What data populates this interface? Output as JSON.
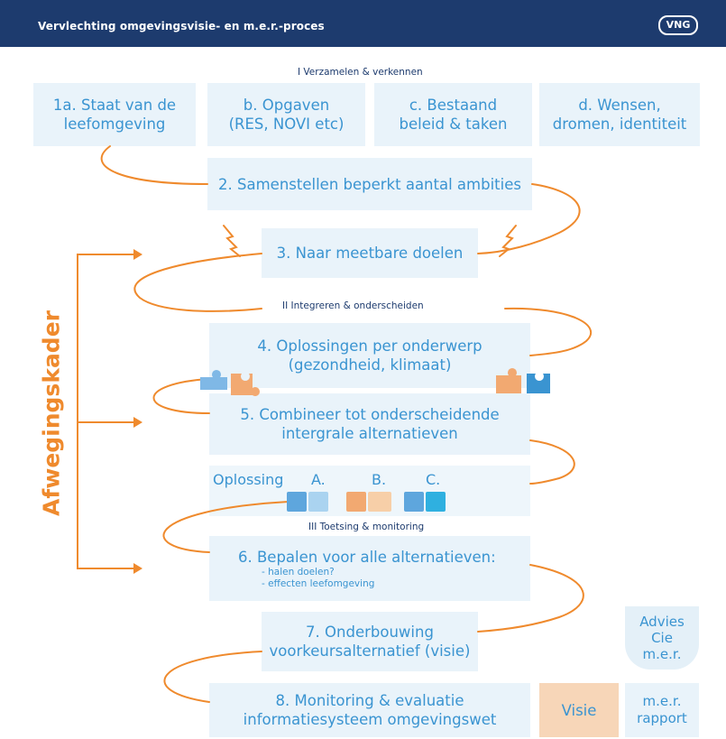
{
  "header": {
    "title": "Vervlechting omgevingsvisie- en m.e.r.-proces",
    "logo": "VNG"
  },
  "sections": {
    "s1": "I Verzamelen & verkennen",
    "s2": "II Integreren & onderscheiden",
    "s3": "III Toetsing & monitoring"
  },
  "side_label": "Afwegingskader",
  "steps": {
    "a1": [
      "1a. Staat van de",
      "leefomgeving"
    ],
    "b": [
      "b. Opgaven",
      "(RES, NOVI etc)"
    ],
    "c": [
      "c. Bestaand",
      "beleid & taken"
    ],
    "d": [
      "d. Wensen,",
      "dromen, identiteit"
    ],
    "s2": "2. Samenstellen beperkt aantal ambities",
    "s3": "3. Naar meetbare doelen",
    "s4": [
      "4. Oplossingen per onderwerp",
      "(gezondheid, klimaat)"
    ],
    "s5": [
      "5. Combineer tot onderscheidende",
      "intergrale alternatieven"
    ],
    "s6": "6. Bepalen voor alle alternatieven:",
    "s6_sub": [
      "- halen doelen?",
      "- effecten leefomgeving"
    ],
    "s7": [
      "7. Onderbouwing",
      "voorkeursalternatief (visie)"
    ],
    "s8": [
      "8. Monitoring & evaluatie",
      "informatiesysteem omgevingswet"
    ]
  },
  "oplossing": {
    "label": "Oplossing",
    "a": "A.",
    "b": "B.",
    "c": "C."
  },
  "side_boxes": {
    "advies": [
      "Advies",
      "Cie",
      "m.e.r."
    ],
    "visie": "Visie",
    "mer": [
      "m.e.r.",
      "rapport"
    ]
  },
  "colors": {
    "navy": "#1d3b6e",
    "blue": "#3a94d1",
    "light_blue": "#e9f3fa",
    "orange": "#ef8a2d",
    "peach": "#f7d6b8"
  },
  "icons": [
    "puzzle-piece-icon",
    "zigzag-spark-icon",
    "arrow-right-icon",
    "curve-connector"
  ]
}
